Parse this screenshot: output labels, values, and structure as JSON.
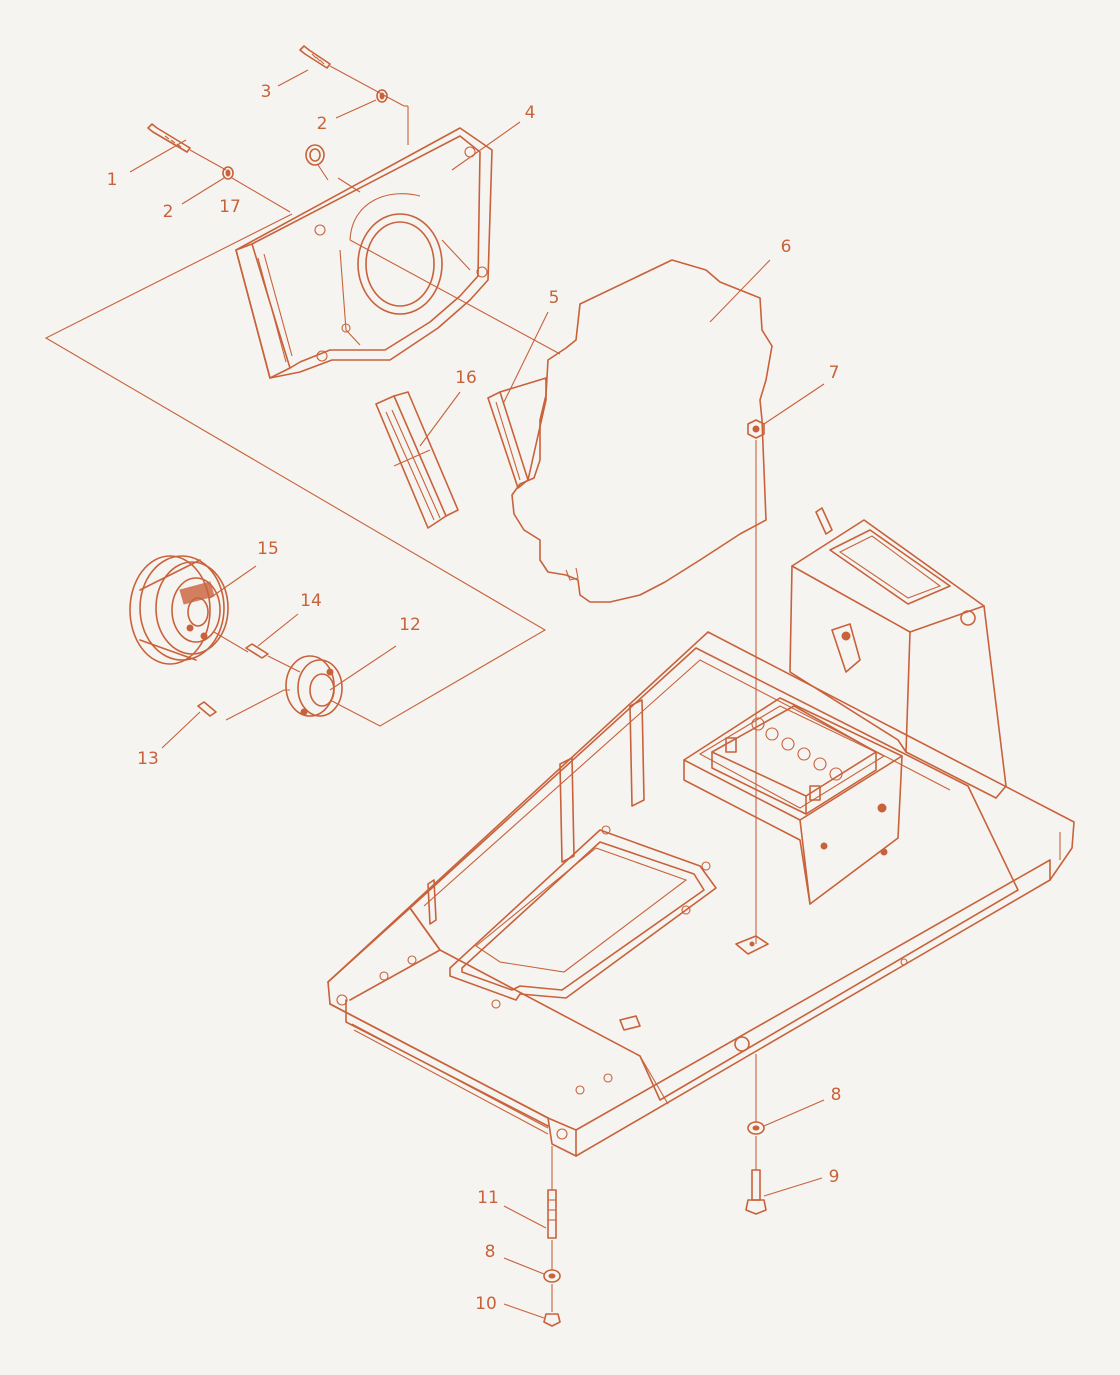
{
  "callouts": [
    {
      "id": "c1",
      "text": "1"
    },
    {
      "id": "c2a",
      "text": "2"
    },
    {
      "id": "c2b",
      "text": "2"
    },
    {
      "id": "c3",
      "text": "3"
    },
    {
      "id": "c4",
      "text": "4"
    },
    {
      "id": "c5",
      "text": "5"
    },
    {
      "id": "c6",
      "text": "6"
    },
    {
      "id": "c7",
      "text": "7"
    },
    {
      "id": "c8a",
      "text": "8"
    },
    {
      "id": "c8b",
      "text": "8"
    },
    {
      "id": "c9",
      "text": "9"
    },
    {
      "id": "c10",
      "text": "10"
    },
    {
      "id": "c11",
      "text": "11"
    },
    {
      "id": "c12",
      "text": "12"
    },
    {
      "id": "c13",
      "text": "13"
    },
    {
      "id": "c14",
      "text": "14"
    },
    {
      "id": "c15",
      "text": "15"
    },
    {
      "id": "c16",
      "text": "16"
    },
    {
      "id": "c17",
      "text": "17"
    }
  ],
  "colors": {
    "line": "#c8623a",
    "background": "#f6f4f1"
  }
}
